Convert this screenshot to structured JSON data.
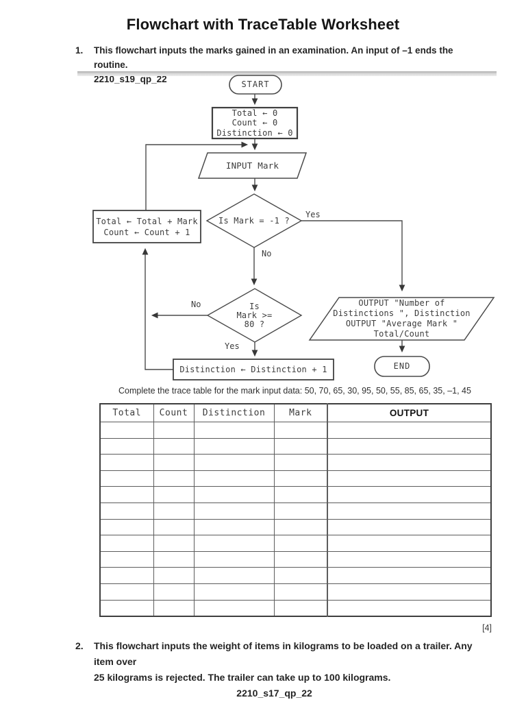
{
  "page": {
    "title": "Flowchart with TraceTable Worksheet",
    "marks": "[4]",
    "q1": {
      "number": "1.",
      "text": "This flowchart inputs the marks gained in an examination. An input of –1 ends the routine.",
      "ref": "2210_s19_qp_22"
    },
    "q2": {
      "number": "2.",
      "line1": "This flowchart inputs the weight of items in kilograms to be loaded on a trailer. Any item over",
      "line2": "25 kilograms is rejected. The trailer can take up to 100 kilograms.",
      "ref": "2210_s17_qp_22"
    }
  },
  "flowchart": {
    "start": "START",
    "init": [
      "Total ← 0",
      "Count ← 0",
      "Distinction ← 0"
    ],
    "input": "INPUT Mark",
    "decision1": "Is Mark = -1 ?",
    "decision1_yes": "Yes",
    "decision1_no": "No",
    "accumulate": [
      "Total ← Total + Mark",
      "Count ← Count + 1"
    ],
    "decision2": [
      "Is",
      "Mark >=",
      "80 ?"
    ],
    "decision2_no": "No",
    "decision2_yes": "Yes",
    "increment": "Distinction ← Distinction + 1",
    "output": [
      "OUTPUT \"Number of",
      "Distinctions \", Distinction",
      "OUTPUT \"Average Mark \"",
      "Total/Count"
    ],
    "end": "END"
  },
  "trace": {
    "caption": "Complete the trace table for the mark input data: 50, 70, 65, 30, 95, 50, 55, 85, 65, 35, –1, 45",
    "headers": [
      "Total",
      "Count",
      "Distinction",
      "Mark",
      "OUTPUT"
    ],
    "empty_rows": 12
  }
}
